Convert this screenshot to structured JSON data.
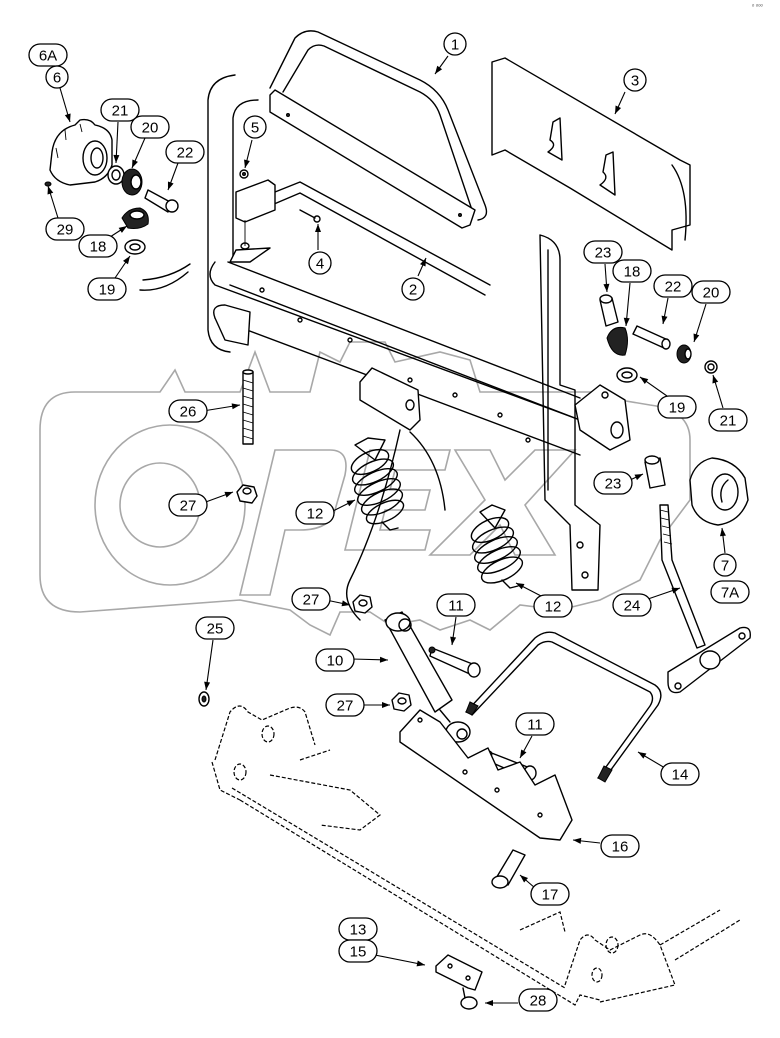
{
  "diagram": {
    "type": "exploded-parts-diagram",
    "watermark_text": "OPEX",
    "corner_mark": "ᵒ ᵒᵒᵒ",
    "callouts": [
      {
        "id": "c-6A",
        "label": "6A"
      },
      {
        "id": "c-6",
        "label": "6"
      },
      {
        "id": "c-21a",
        "label": "21"
      },
      {
        "id": "c-20a",
        "label": "20"
      },
      {
        "id": "c-22a",
        "label": "22"
      },
      {
        "id": "c-29",
        "label": "29"
      },
      {
        "id": "c-18a",
        "label": "18"
      },
      {
        "id": "c-19a",
        "label": "19"
      },
      {
        "id": "c-5",
        "label": "5"
      },
      {
        "id": "c-1",
        "label": "1"
      },
      {
        "id": "c-4",
        "label": "4"
      },
      {
        "id": "c-2",
        "label": "2"
      },
      {
        "id": "c-3",
        "label": "3"
      },
      {
        "id": "c-23a",
        "label": "23"
      },
      {
        "id": "c-18b",
        "label": "18"
      },
      {
        "id": "c-22b",
        "label": "22"
      },
      {
        "id": "c-20b",
        "label": "20"
      },
      {
        "id": "c-19b",
        "label": "19"
      },
      {
        "id": "c-21b",
        "label": "21"
      },
      {
        "id": "c-26",
        "label": "26"
      },
      {
        "id": "c-23b",
        "label": "23"
      },
      {
        "id": "c-27a",
        "label": "27"
      },
      {
        "id": "c-12a",
        "label": "12"
      },
      {
        "id": "c-7",
        "label": "7"
      },
      {
        "id": "c-7A",
        "label": "7A"
      },
      {
        "id": "c-12b",
        "label": "12"
      },
      {
        "id": "c-24",
        "label": "24"
      },
      {
        "id": "c-27b",
        "label": "27"
      },
      {
        "id": "c-11a",
        "label": "11"
      },
      {
        "id": "c-25",
        "label": "25"
      },
      {
        "id": "c-10",
        "label": "10"
      },
      {
        "id": "c-27c",
        "label": "27"
      },
      {
        "id": "c-11b",
        "label": "11"
      },
      {
        "id": "c-14",
        "label": "14"
      },
      {
        "id": "c-16",
        "label": "16"
      },
      {
        "id": "c-17",
        "label": "17"
      },
      {
        "id": "c-13",
        "label": "13"
      },
      {
        "id": "c-15",
        "label": "15"
      },
      {
        "id": "c-28",
        "label": "28"
      }
    ]
  }
}
